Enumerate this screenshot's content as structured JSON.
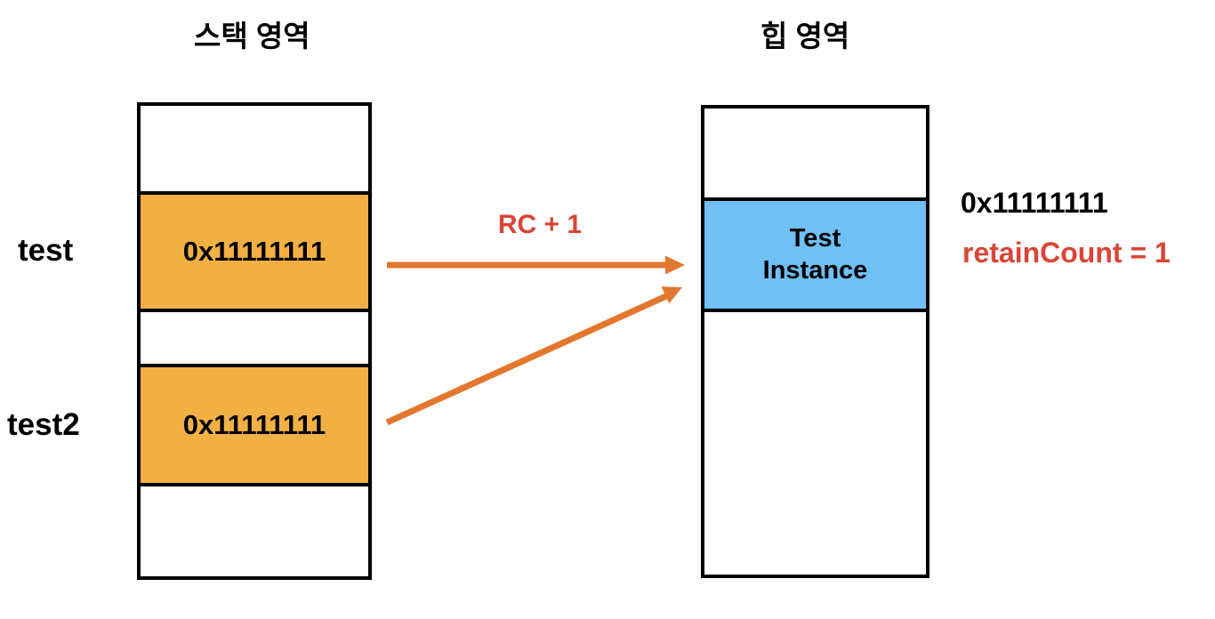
{
  "colors": {
    "cell_orange": "#F2B044",
    "cell_blue": "#70BFF5",
    "arrow_orange": "#E3772E",
    "label_red": "#D94536",
    "line_black": "#000000"
  },
  "titles": {
    "stack": "스택 영역",
    "heap": "힙 영역"
  },
  "stack_column": {
    "variable_labels": {
      "test": "test",
      "test2": "test2"
    },
    "cells": [
      {
        "value": ""
      },
      {
        "value": "0x11111111"
      },
      {
        "value": ""
      },
      {
        "value": "0x11111111"
      },
      {
        "value": ""
      }
    ]
  },
  "heap_column": {
    "cells": [
      {
        "value": ""
      },
      {
        "line1": "Test",
        "line2": "Instance"
      },
      {
        "value": ""
      }
    ]
  },
  "annotations": {
    "rc_label": "RC + 1",
    "heap_address": "0x11111111",
    "retain_count": "retainCount = 1"
  }
}
